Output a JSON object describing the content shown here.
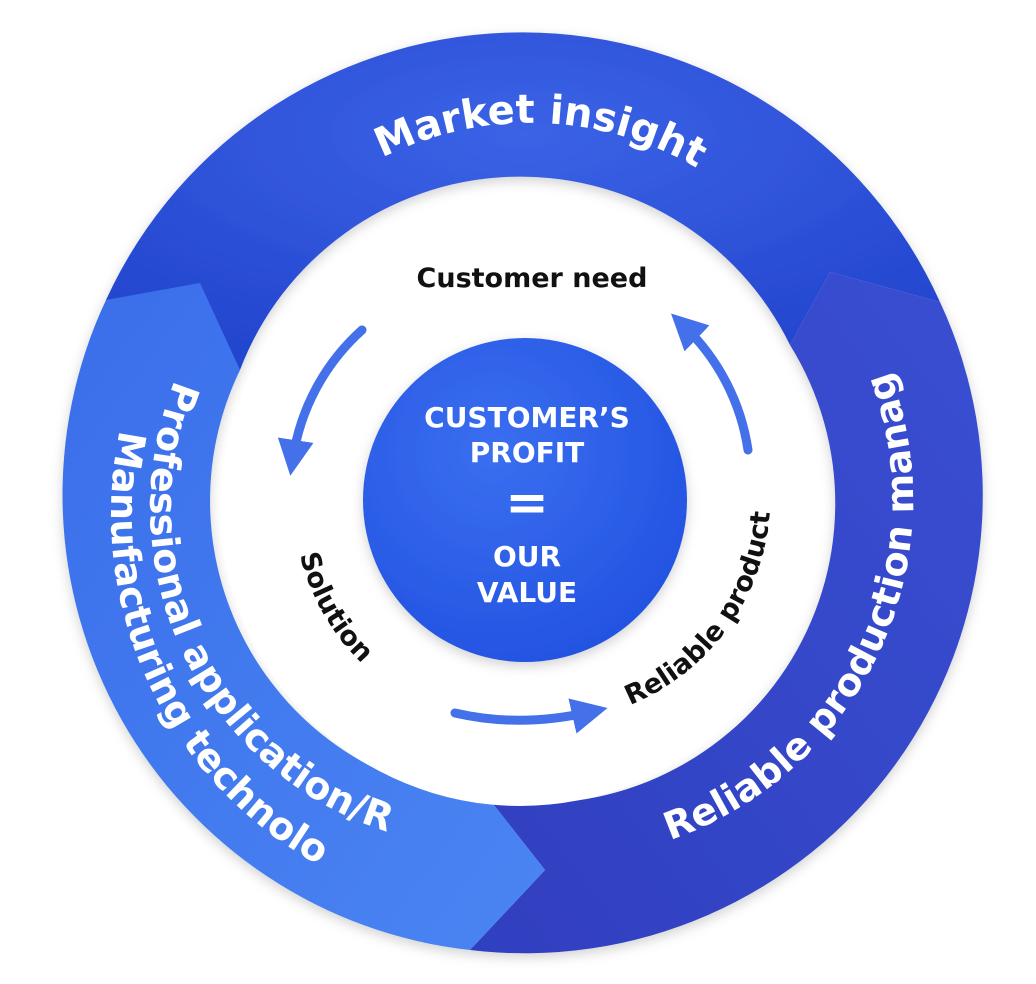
{
  "outer_ring": {
    "top": "Market insight",
    "left_line1": "Professional application/R&D",
    "left_line2": "Manufacturing technology",
    "right": "Reliable production management"
  },
  "inner_ring": {
    "top": "Customer need",
    "left": "Solution",
    "right": "Reliable product"
  },
  "center": {
    "line1": "CUSTOMER’S",
    "line2": "PROFIT",
    "equals": "=",
    "line3": "OUR",
    "line4": "VALUE"
  },
  "colors": {
    "top_segment": "#2f53d8",
    "left_segment": "#3f78ee",
    "right_segment": "#3549c9",
    "center_circle": "#2e63ea",
    "arrow": "#4470ea"
  }
}
